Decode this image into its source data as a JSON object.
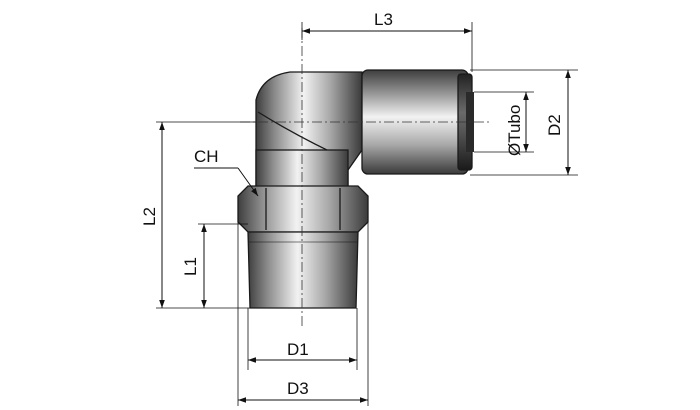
{
  "labels": {
    "l3": "L3",
    "l2": "L2",
    "l1": "L1",
    "ch": "CH",
    "d1": "D1",
    "d2": "D2",
    "d3": "D3",
    "tube": "ØTubo"
  },
  "colors": {
    "metal_dark": "#4a4a4a",
    "metal_mid": "#9a9a9a",
    "metal_light": "#e6e6e6",
    "line": "#111111"
  }
}
